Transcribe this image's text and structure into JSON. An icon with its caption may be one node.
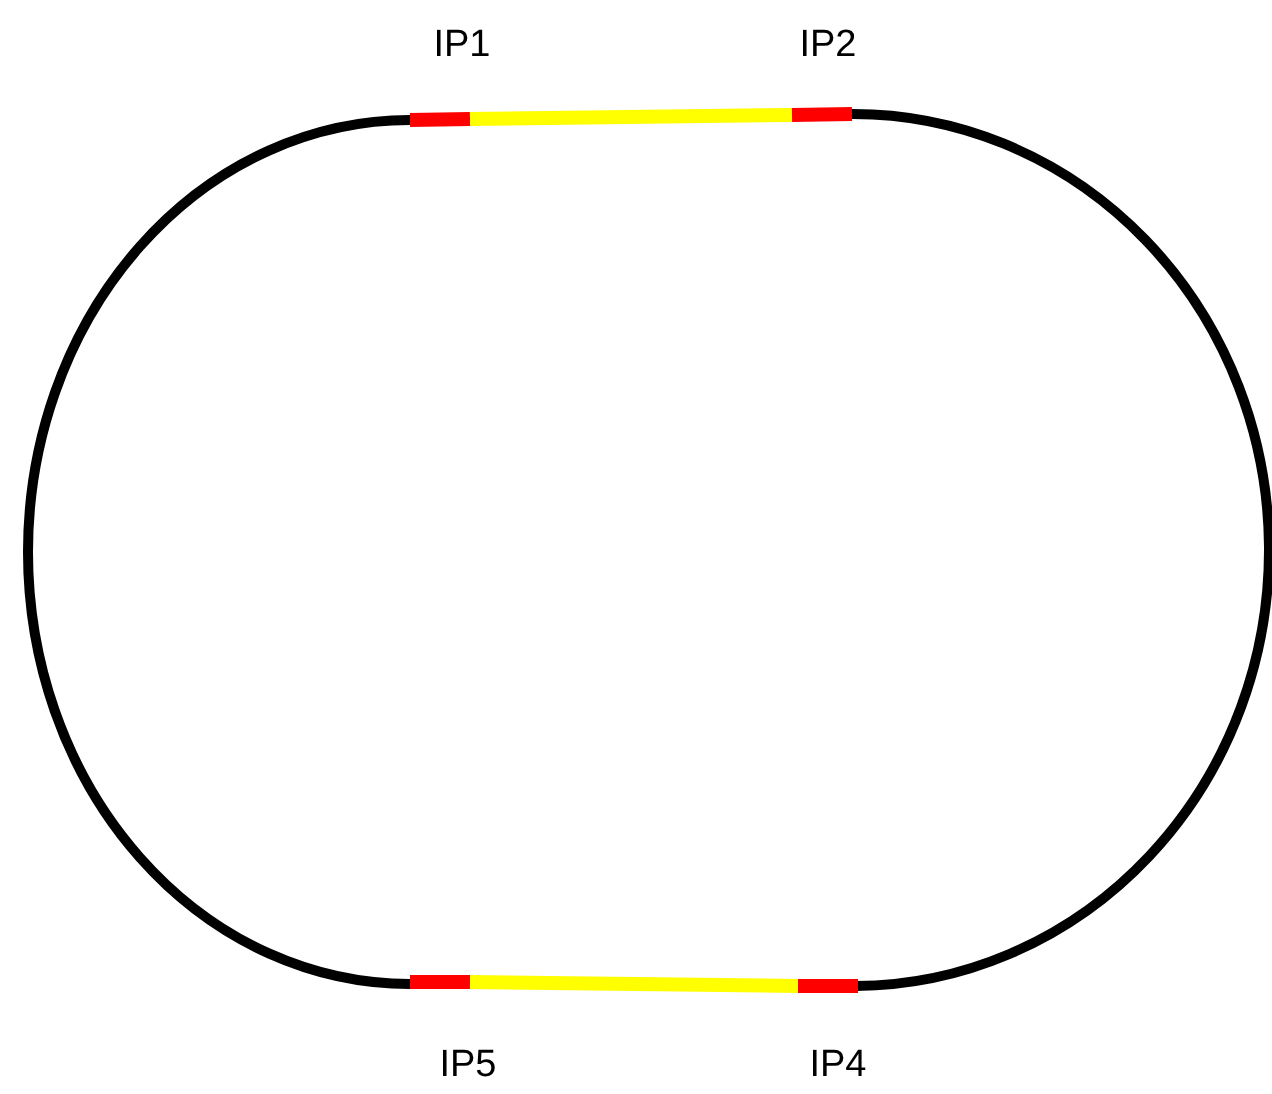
{
  "diagram": {
    "labels": [
      "IP1",
      "IP2",
      "IP5",
      "IP4"
    ]
  }
}
